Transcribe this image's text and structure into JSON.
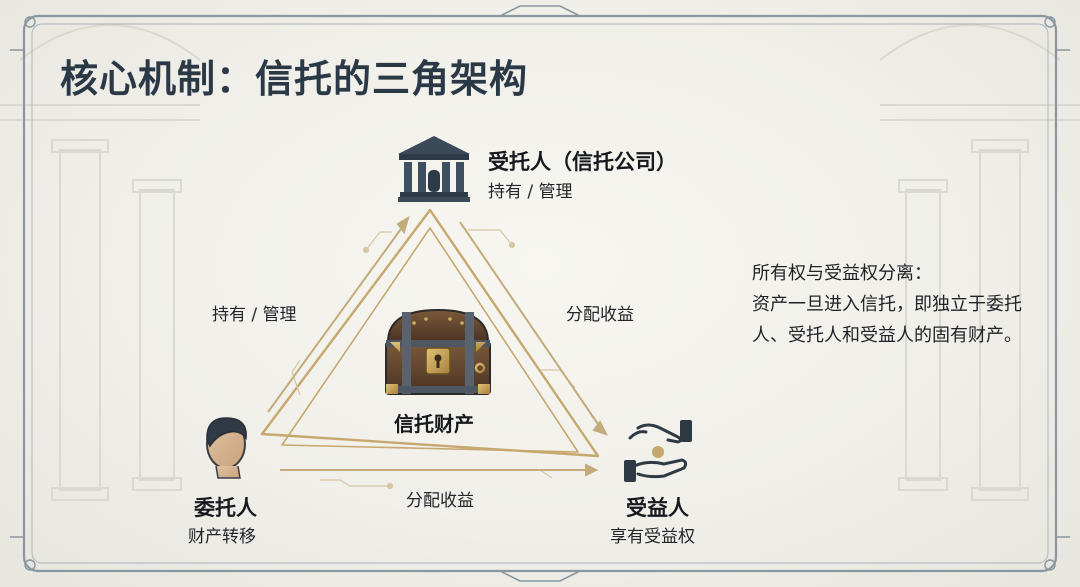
{
  "title": "核心机制：信托的三角架构",
  "trustee": {
    "name": "受托人（信托公司）",
    "role": "持有 / 管理",
    "icon": "bank-building-icon"
  },
  "settlor": {
    "name": "委托人",
    "role": "财产转移",
    "icon": "person-icon"
  },
  "beneficiary": {
    "name": "受益人",
    "role": "享有受益权",
    "icon": "giving-hands-icon"
  },
  "center": {
    "name": "信托财产",
    "icon": "treasure-chest-icon"
  },
  "edges": {
    "left": "持有 / 管理",
    "right": "分配收益",
    "bottom": "分配收益"
  },
  "note": {
    "heading": "所有权与受益权分离：",
    "body": "资产一旦进入信托，即独立于委托人、受托人和受益人的固有财产。"
  },
  "colors": {
    "accent": "#c6a86e",
    "title": "#2b3947",
    "frame": "#8a96a0"
  }
}
